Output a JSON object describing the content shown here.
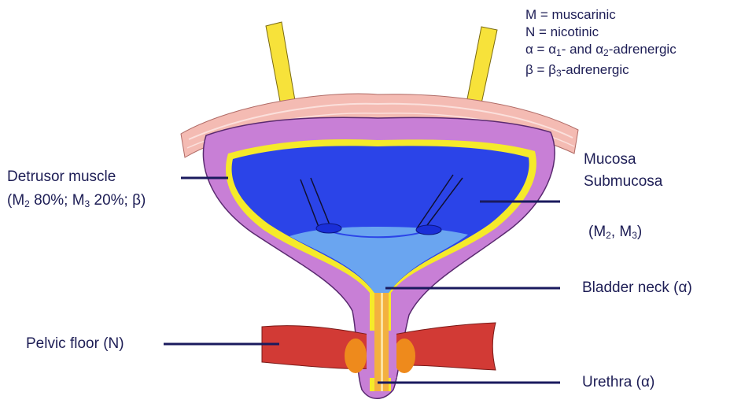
{
  "legend": {
    "m": "M = muscarinic",
    "n": "N = nicotinic",
    "alpha_prefix": "α = α",
    "alpha_sub1": "1",
    "alpha_mid": "- and α",
    "alpha_sub2": "2",
    "alpha_suffix": "-adrenergic",
    "beta_prefix": "β = β",
    "beta_sub": "3",
    "beta_suffix": "-adrenergic"
  },
  "labels": {
    "detrusor_title": "Detrusor muscle",
    "detrusor_open": "(M",
    "detrusor_sub1": "2",
    "detrusor_mid1": " 80%; M",
    "detrusor_sub2": "3",
    "detrusor_tail": " 20%; β)",
    "mucosa": "Mucosa",
    "submucosa": "Submucosa",
    "mucosa_open": "(M",
    "mucosa_sub1": "2",
    "mucosa_mid": ", M",
    "mucosa_sub2": "3",
    "mucosa_close": ")",
    "bladder_neck": "Bladder neck (α)",
    "pelvic_floor": "Pelvic floor (N)",
    "urethra": "Urethra (α)"
  },
  "colors": {
    "nerve": "#f7e23a",
    "serosa": "#f4bbb3",
    "detrusor": "#c87fd6",
    "mucosa_line": "#f5ea2a",
    "lumen": "#2b44e8",
    "neck": "#6aa5f0",
    "urethra": "#f3b13f",
    "pelvic_floor": "#d23a35",
    "sphincter": "#ee8a1c",
    "leader": "#1a1a5e"
  }
}
